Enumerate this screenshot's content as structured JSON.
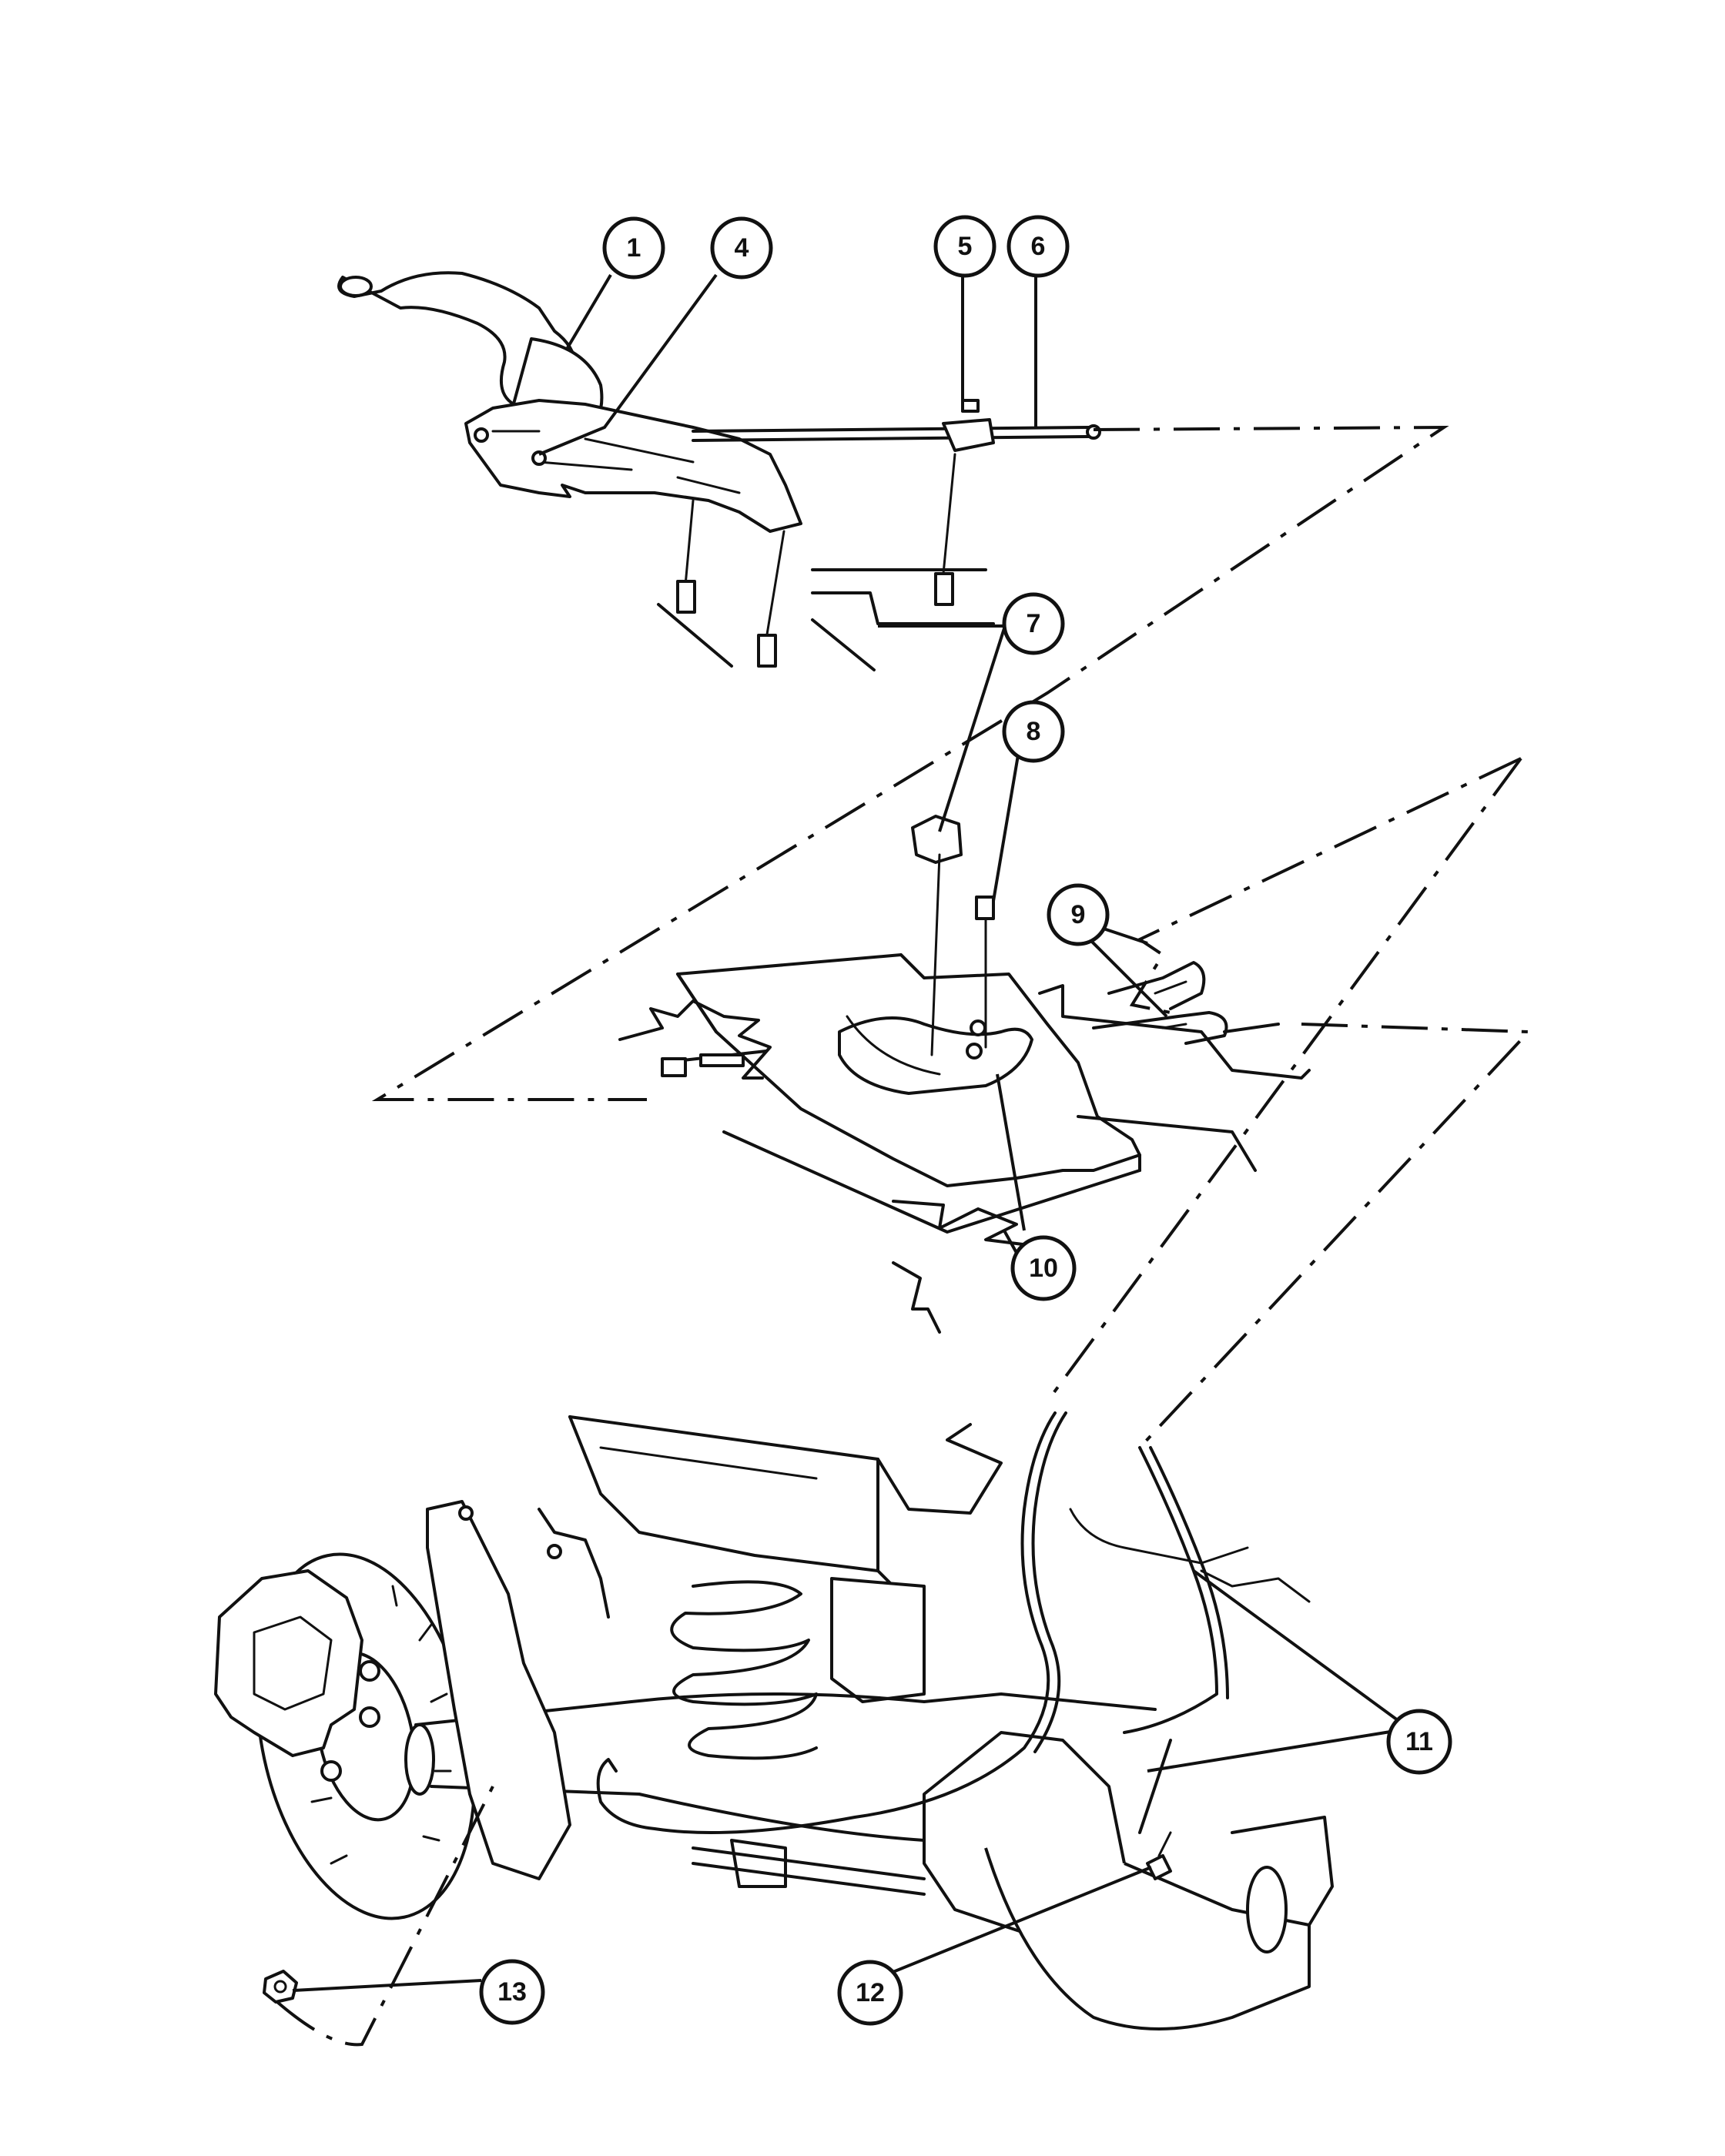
{
  "callouts": [
    {
      "id": "1",
      "label": "1"
    },
    {
      "id": "4",
      "label": "4"
    },
    {
      "id": "5",
      "label": "5"
    },
    {
      "id": "6",
      "label": "6"
    },
    {
      "id": "7",
      "label": "7"
    },
    {
      "id": "8",
      "label": "8"
    },
    {
      "id": "9",
      "label": "9"
    },
    {
      "id": "10",
      "label": "10"
    },
    {
      "id": "11",
      "label": "11"
    },
    {
      "id": "12",
      "label": "12"
    },
    {
      "id": "13",
      "label": "13"
    }
  ],
  "colors": {
    "line": "#111111",
    "background": "#ffffff"
  }
}
